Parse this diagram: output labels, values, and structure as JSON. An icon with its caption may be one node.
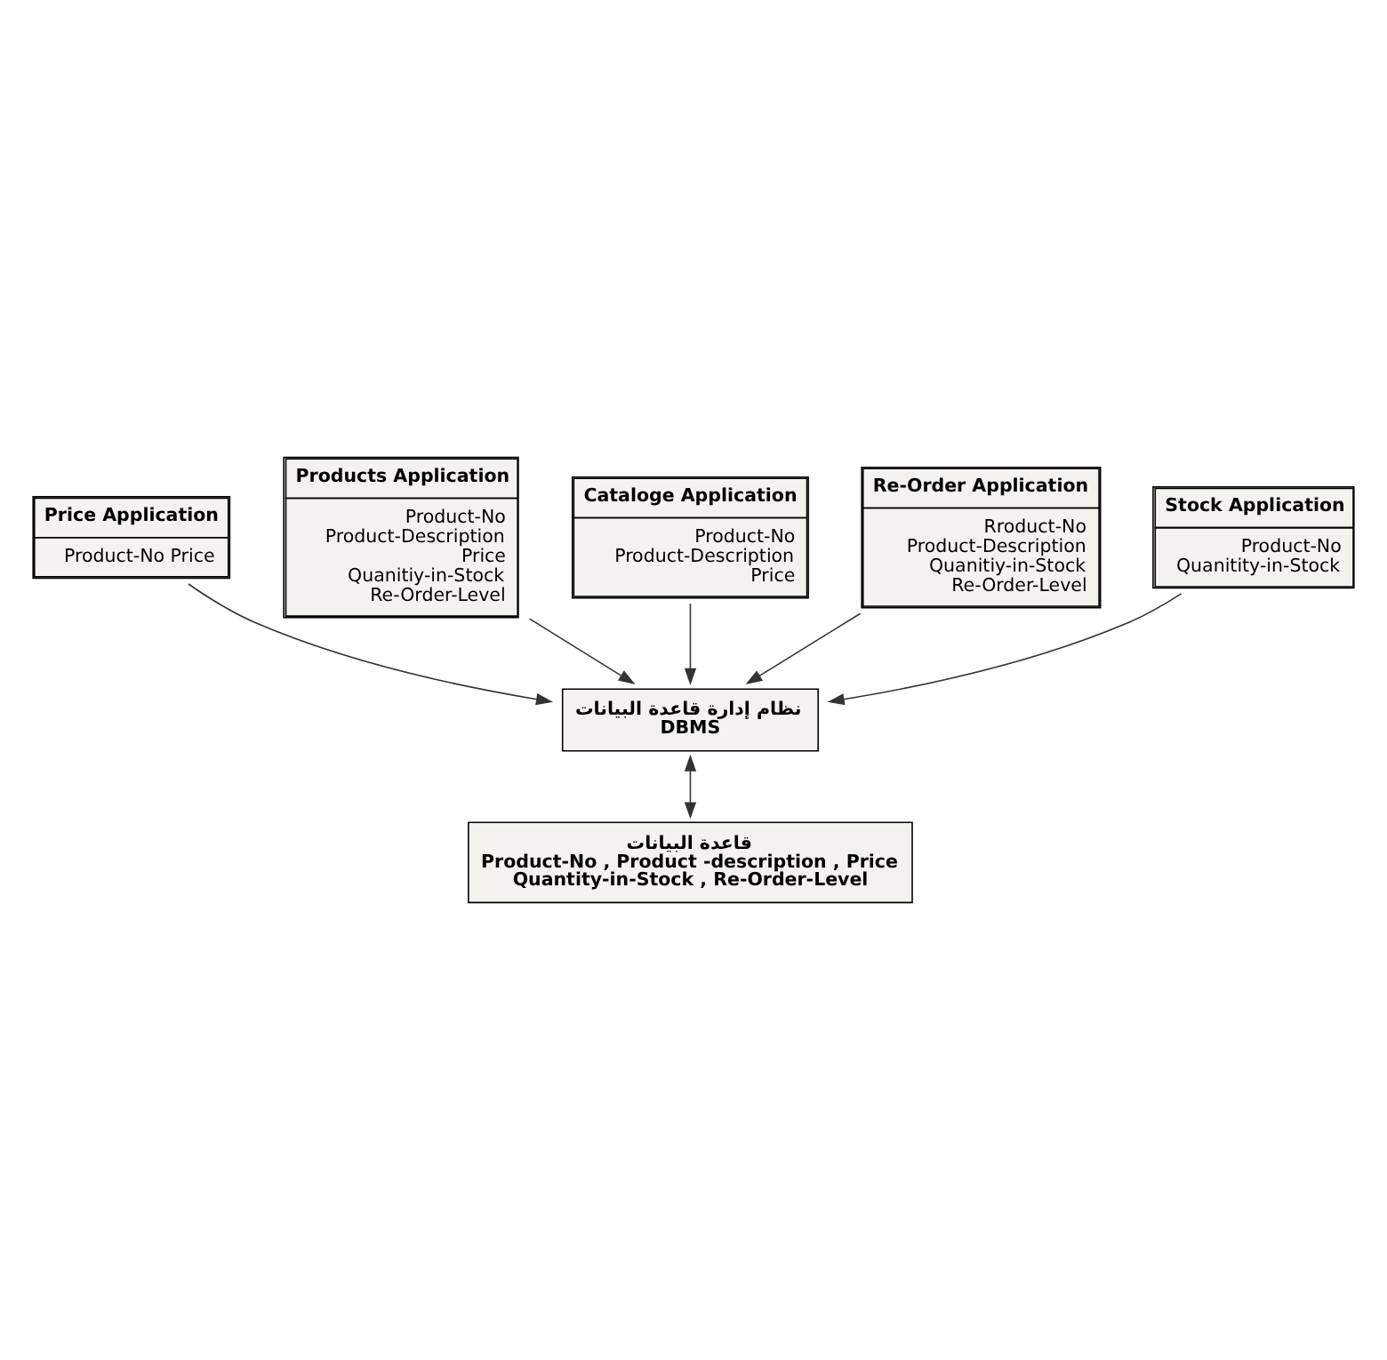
{
  "diagram": {
    "nodes": [
      {
        "text": [
          "Price Application",
          "Product-No Price"
        ]
      },
      {
        "text": [
          "Products Application",
          "Product-No Product-Description Price Quanitiy-in-Stock Re-Order-Level"
        ]
      },
      {
        "text": [
          "Cataloge Application",
          "Product-No Product-Description Price"
        ]
      },
      {
        "text": [
          "Re-Order Application",
          "Rroduct-No Product-Description Quanitiy-in-Stock Re-Order-Level"
        ]
      },
      {
        "text": [
          "Stock Application",
          "Product-No Quanitity-in-Stock"
        ]
      },
      {
        "text": [
          "نظام إدارة قاعدة البيانات",
          "DBMS"
        ]
      },
      {
        "text": [
          "قاعدة البيانات",
          "Product-No , Product -description , Price Quantity-in-Stock , Re-Order-Level"
        ]
      }
    ],
    "edges": [
      {
        "from": 0,
        "to": 5,
        "arrow": "to"
      },
      {
        "from": 1,
        "to": 5,
        "arrow": "to"
      },
      {
        "from": 2,
        "to": 5,
        "arrow": "to"
      },
      {
        "from": 3,
        "to": 5,
        "arrow": "to"
      },
      {
        "from": 4,
        "to": 5,
        "arrow": "to"
      },
      {
        "from": 5,
        "to": 6,
        "arrow": "both"
      }
    ]
  }
}
